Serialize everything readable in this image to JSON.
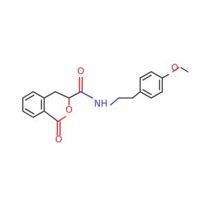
{
  "molecule": {
    "atoms": {
      "carbonyl_O_amide": "O",
      "carbonyl_O_lactone": "O",
      "ring_O": "O",
      "amide_NH": "NH",
      "methoxy_O": "O"
    },
    "colors": {
      "bond": "#3a3a3a",
      "oxygen": "#e8231e",
      "nitrogen": "#2f3ee0",
      "background": "#ffffff"
    }
  }
}
